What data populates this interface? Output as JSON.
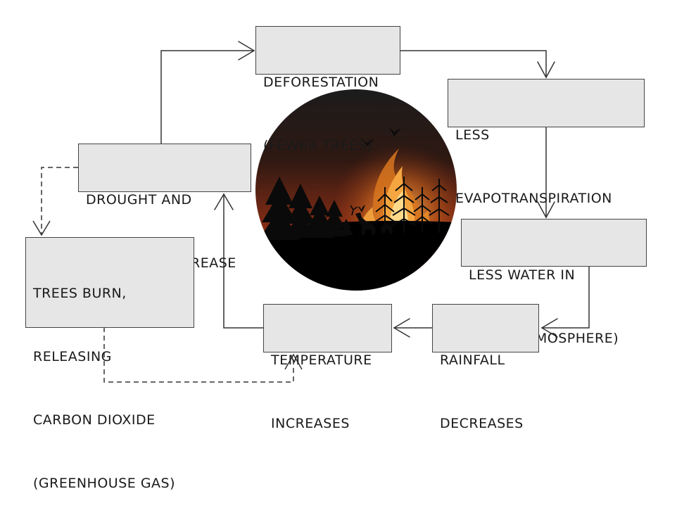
{
  "diagram": {
    "title": "Deforestation and wildfire feedback loop",
    "boxes": {
      "deforestation": [
        "DEFORESTATION",
        "(FEWER TREES)"
      ],
      "evapotranspiration": [
        "LESS",
        "EVAPOTRANSPIRATION"
      ],
      "less_water": [
        "LESS WATER IN",
        "LOCAL ATMOSPHERE)"
      ],
      "rainfall": [
        "RAINFALL",
        "DECREASES"
      ],
      "temperature": [
        "TEMPERATURE",
        "INCREASES"
      ],
      "drought": [
        "DROUGHT AND",
        "WILDFIRES INCREASE"
      ],
      "trees_burn": [
        "TREES BURN,",
        "RELEASING",
        "CARBON DIOXIDE",
        "(GREENHOUSE GAS)"
      ]
    },
    "edges": [
      {
        "from": "drought",
        "to": "deforestation",
        "style": "solid"
      },
      {
        "from": "deforestation",
        "to": "evapotranspiration",
        "style": "solid"
      },
      {
        "from": "evapotranspiration",
        "to": "less_water",
        "style": "solid"
      },
      {
        "from": "less_water",
        "to": "rainfall",
        "style": "solid"
      },
      {
        "from": "rainfall",
        "to": "temperature",
        "style": "solid"
      },
      {
        "from": "temperature",
        "to": "drought",
        "style": "solid"
      },
      {
        "from": "drought",
        "to": "trees_burn",
        "style": "dashed"
      },
      {
        "from": "trees_burn",
        "to": "temperature",
        "style": "dashed"
      }
    ],
    "central_image": {
      "subject": "forest-wildfire-illustration",
      "elements": [
        "pine-trees",
        "deer",
        "burning-trees",
        "flames",
        "birds"
      ],
      "colors": {
        "sky_top": "#1c1c1c",
        "sky_bottom": "#8a2e15",
        "ground": "#000000",
        "flame_light": "#ffd98a",
        "flame_mid": "#f5a640",
        "flame_dark": "#d8751e"
      }
    },
    "colors": {
      "box_fill": "#e6e6e6",
      "box_border": "#444444",
      "line": "#333333",
      "text": "#1a1a1a"
    }
  }
}
